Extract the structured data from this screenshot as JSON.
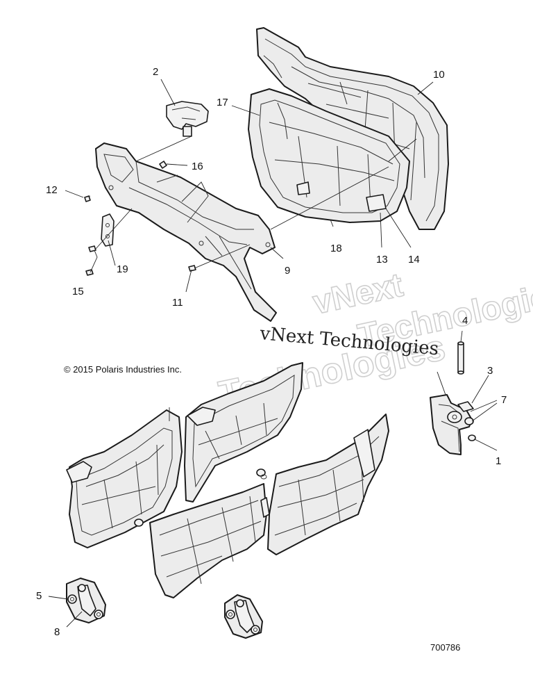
{
  "diagram": {
    "copyright": "© 2015 Polaris Industries Inc.",
    "figure_number": "700786",
    "watermark": {
      "primary": "vNext Technologies",
      "ghost_line1": "vNext",
      "ghost_line2": "Technologies",
      "ghost_line3": "Technologies"
    },
    "callouts": [
      {
        "id": "c1",
        "label": "1"
      },
      {
        "id": "c2",
        "label": "2"
      },
      {
        "id": "c3",
        "label": "3"
      },
      {
        "id": "c4",
        "label": "4"
      },
      {
        "id": "c5",
        "label": "5"
      },
      {
        "id": "c7",
        "label": "7"
      },
      {
        "id": "c8",
        "label": "8"
      },
      {
        "id": "c9",
        "label": "9"
      },
      {
        "id": "c10",
        "label": "10"
      },
      {
        "id": "c11",
        "label": "11"
      },
      {
        "id": "c12",
        "label": "12"
      },
      {
        "id": "c13",
        "label": "13"
      },
      {
        "id": "c14",
        "label": "14"
      },
      {
        "id": "c15",
        "label": "15"
      },
      {
        "id": "c16",
        "label": "16"
      },
      {
        "id": "c17",
        "label": "17"
      },
      {
        "id": "c18",
        "label": "18"
      },
      {
        "id": "c19",
        "label": "19"
      }
    ]
  }
}
